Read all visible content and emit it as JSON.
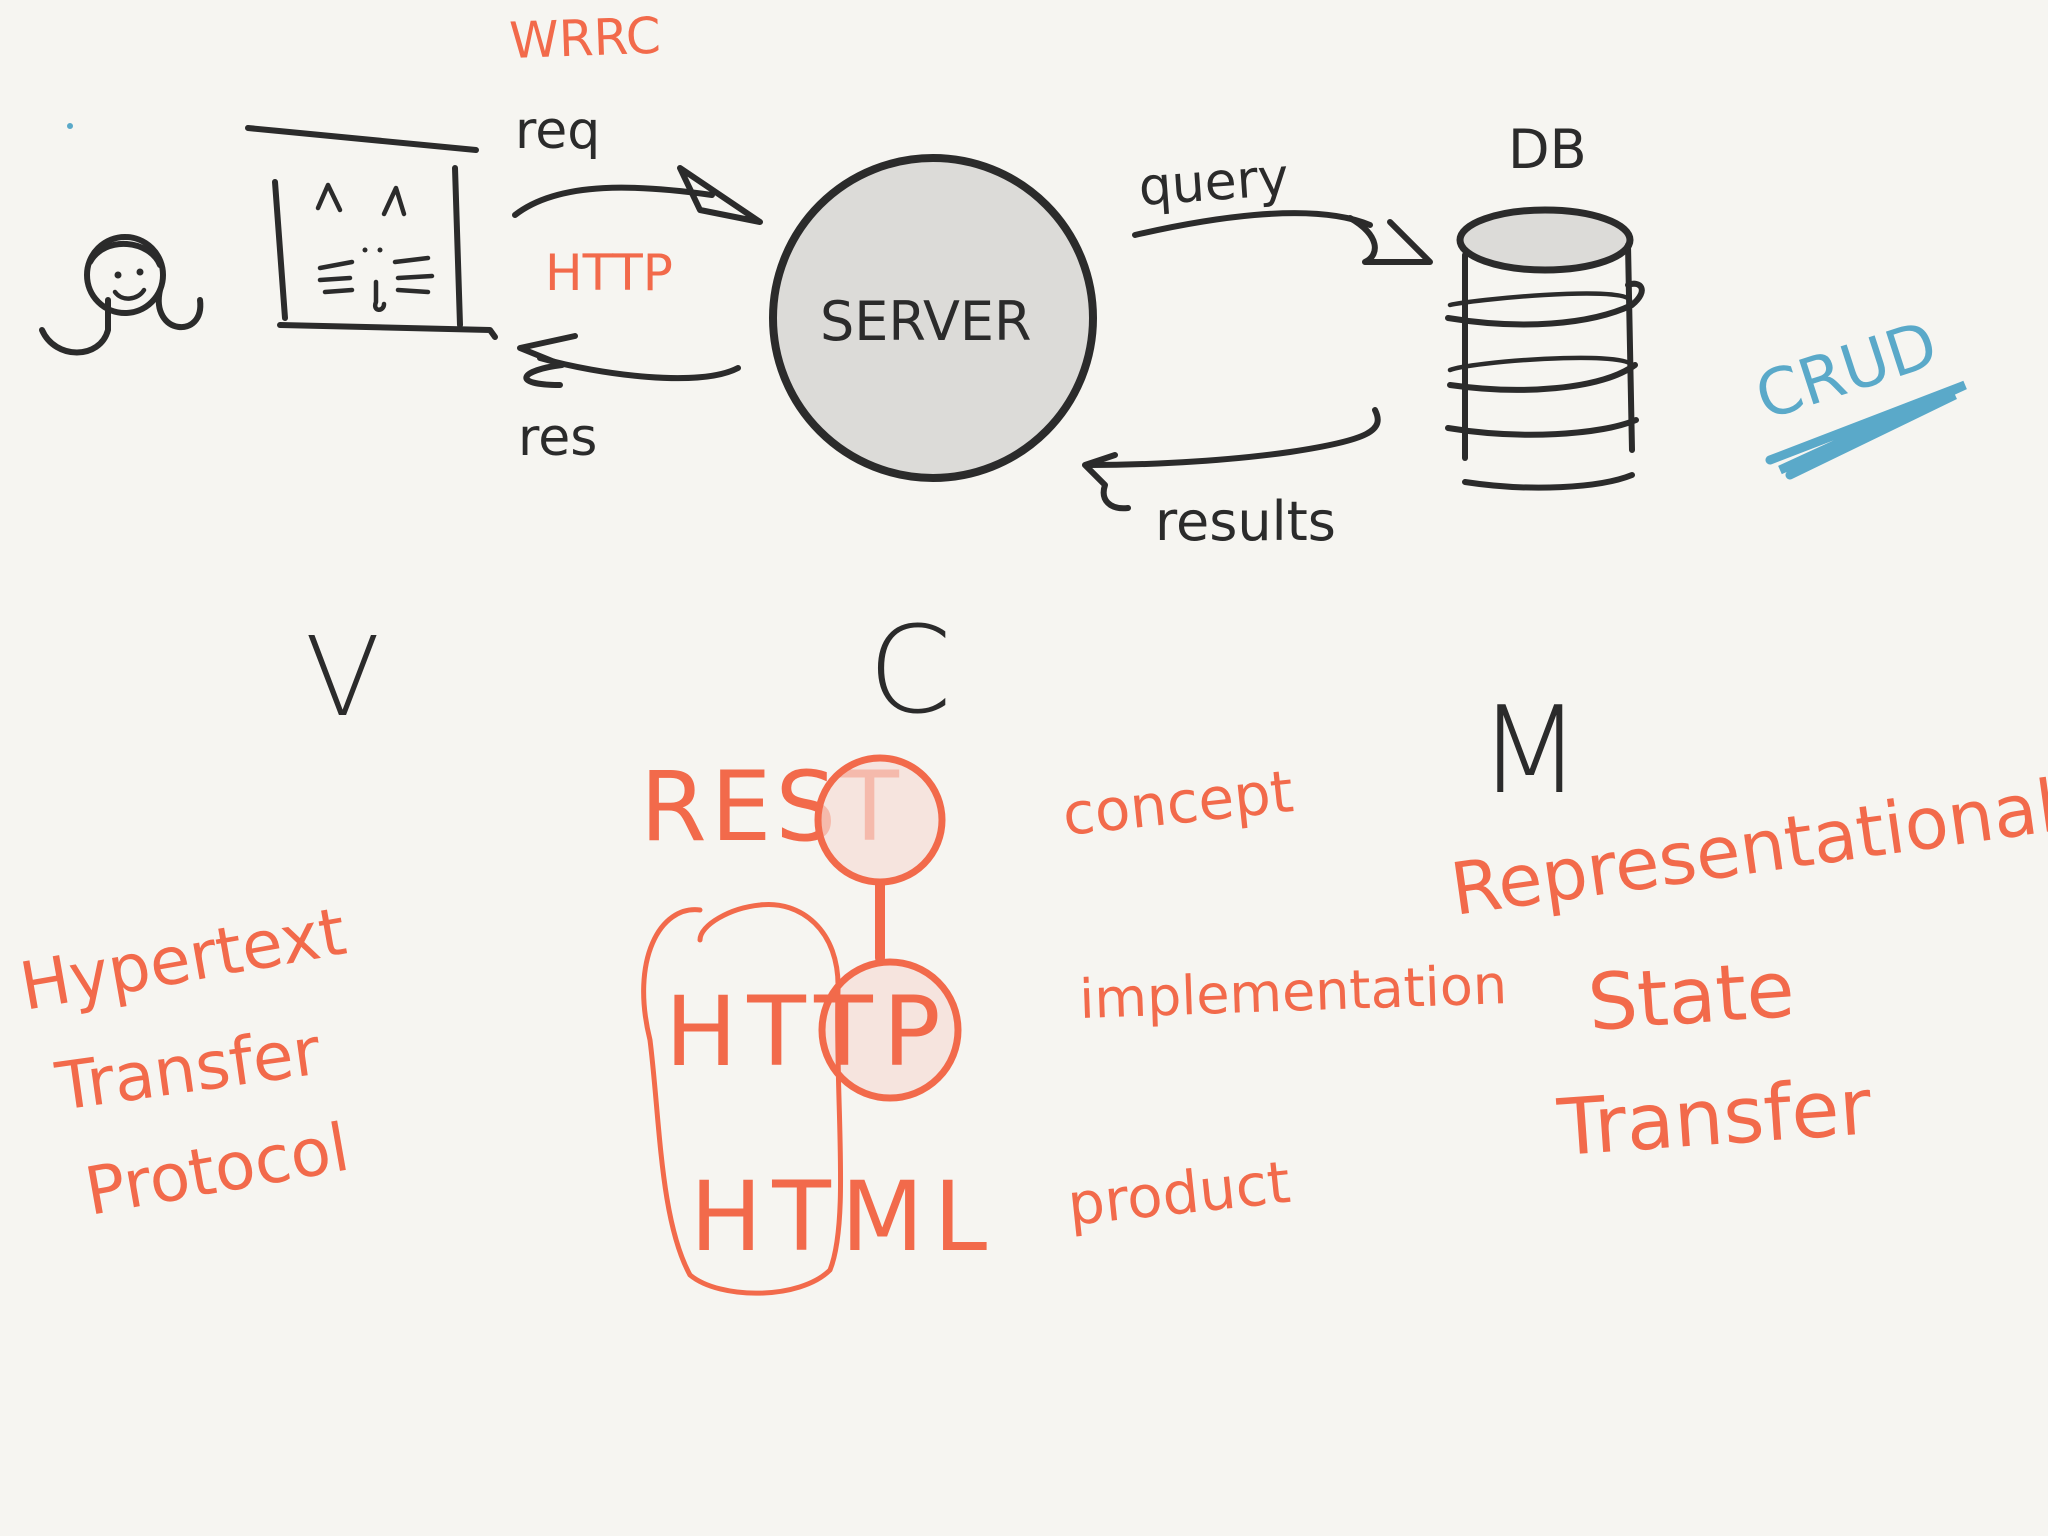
{
  "labels": {
    "wrrc": "WRRC",
    "req": "req",
    "http_top": "HTTP",
    "res": "res",
    "server": "SERVER",
    "query": "query",
    "db": "DB",
    "results": "results",
    "crud": "CRUD",
    "v": "V",
    "c": "C",
    "m": "M",
    "rest": "REST",
    "http_mid": "HTTP",
    "html": "HTML",
    "concept": "concept",
    "implementation": "implementation",
    "product": "product",
    "hypertext": "Hypertext",
    "transfer_left": "Transfer",
    "protocol": "Protocol",
    "representational": "Representational",
    "state": "State",
    "transfer_right": "Transfer"
  },
  "colors": {
    "ink": "#2b2b2b",
    "accent_red": "#f26a4b",
    "accent_blue": "#5aa9c9",
    "server_fill": "#dcdbd8",
    "highlight_fill": "#f6ddd6",
    "paper": "#f6f5f1"
  },
  "icons": [
    "person-icon",
    "laptop-cat-icon",
    "server-icon",
    "database-icon"
  ]
}
